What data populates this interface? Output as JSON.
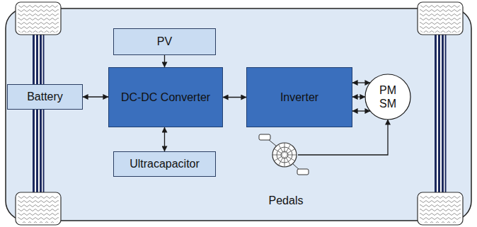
{
  "diagram": {
    "nodes": [
      {
        "text": [
          "PV"
        ]
      },
      {
        "text": [
          "Battery"
        ]
      },
      {
        "text": [
          "DC-DC Converter"
        ]
      },
      {
        "text": [
          "Inverter"
        ]
      },
      {
        "text": [
          "PM SM"
        ]
      },
      {
        "text": [
          "Ultracapacitor"
        ]
      },
      {
        "text": [
          "Pedals"
        ]
      }
    ],
    "edges": [
      {
        "from": 1,
        "to": 2,
        "arrow": "both"
      },
      {
        "from": 0,
        "to": 2,
        "arrow": "to"
      },
      {
        "from": 2,
        "to": 5,
        "arrow": "both"
      },
      {
        "from": 2,
        "to": 3,
        "arrow": "both"
      },
      {
        "from": 3,
        "to": 4,
        "arrow": "both"
      },
      {
        "from": 3,
        "to": 4,
        "arrow": "both"
      },
      {
        "from": 3,
        "to": 4,
        "arrow": "both"
      },
      {
        "from": 6,
        "to": 4,
        "arrow": "to"
      }
    ]
  }
}
